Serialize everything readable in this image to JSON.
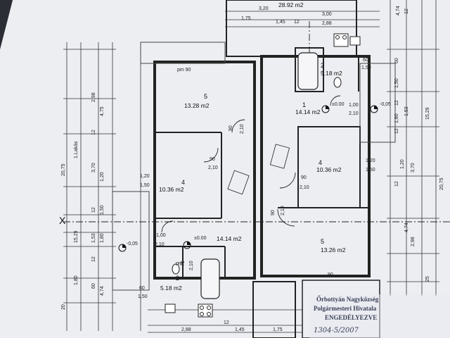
{
  "plan": {
    "top_area": "28.92 m2",
    "top_dims": [
      "3,20",
      "3,00",
      "1,75",
      "1,45",
      "12",
      "2,88"
    ],
    "left_dims": [
      "20,75",
      "15,29",
      "1.Lakás",
      "2,98",
      "4,75",
      "12",
      "3,70",
      "1,20",
      "1,50",
      "12",
      "1,53",
      "1,80",
      "12",
      "1,80",
      "4,74",
      "20",
      "60"
    ],
    "right_dims": [
      "4,74",
      "12",
      "60",
      "1,50",
      "12",
      "1,53",
      "1,80",
      "12",
      "3,70",
      "1,20",
      "12",
      "2,98",
      "4,74",
      "15,29",
      "20,75",
      "25"
    ],
    "bottom_dims": [
      "2,88",
      "12",
      "1,45",
      "1,75"
    ],
    "axis_marker": "X",
    "rooms": [
      {
        "num": "5",
        "area": "13.28 m2"
      },
      {
        "num": "4",
        "area": "10.36 m2"
      },
      {
        "num": "",
        "area": "14.14 m2"
      },
      {
        "num": "2",
        "area": "5.18 m2"
      },
      {
        "num": "2",
        "area": "5.18 m2"
      },
      {
        "num": "1",
        "area": "14.14 m2"
      },
      {
        "num": "4",
        "area": "10.36 m2"
      },
      {
        "num": "5",
        "area": "13.26 m2"
      }
    ],
    "levels": [
      "±0.00",
      "-0,05",
      "±0.00",
      "-0,05"
    ],
    "door_labels": [
      "pm 90",
      "90",
      "2,10",
      "90",
      "2,10",
      "1,00",
      "2,10",
      "1,20",
      "1,50",
      "90",
      "2,10",
      "1,00",
      "2,10",
      "90",
      "2,10",
      "1,20",
      "1,50",
      "60",
      "1,50",
      "60",
      "1,50",
      "75",
      "2,10",
      "90",
      "pm"
    ]
  },
  "stamp": {
    "line1": "Őrbottyán Nagyközség",
    "line2": "Polgármesteri Hivatala",
    "line3": "ENGEDÉLYEZVE",
    "handwritten": "1304-5/2007"
  }
}
